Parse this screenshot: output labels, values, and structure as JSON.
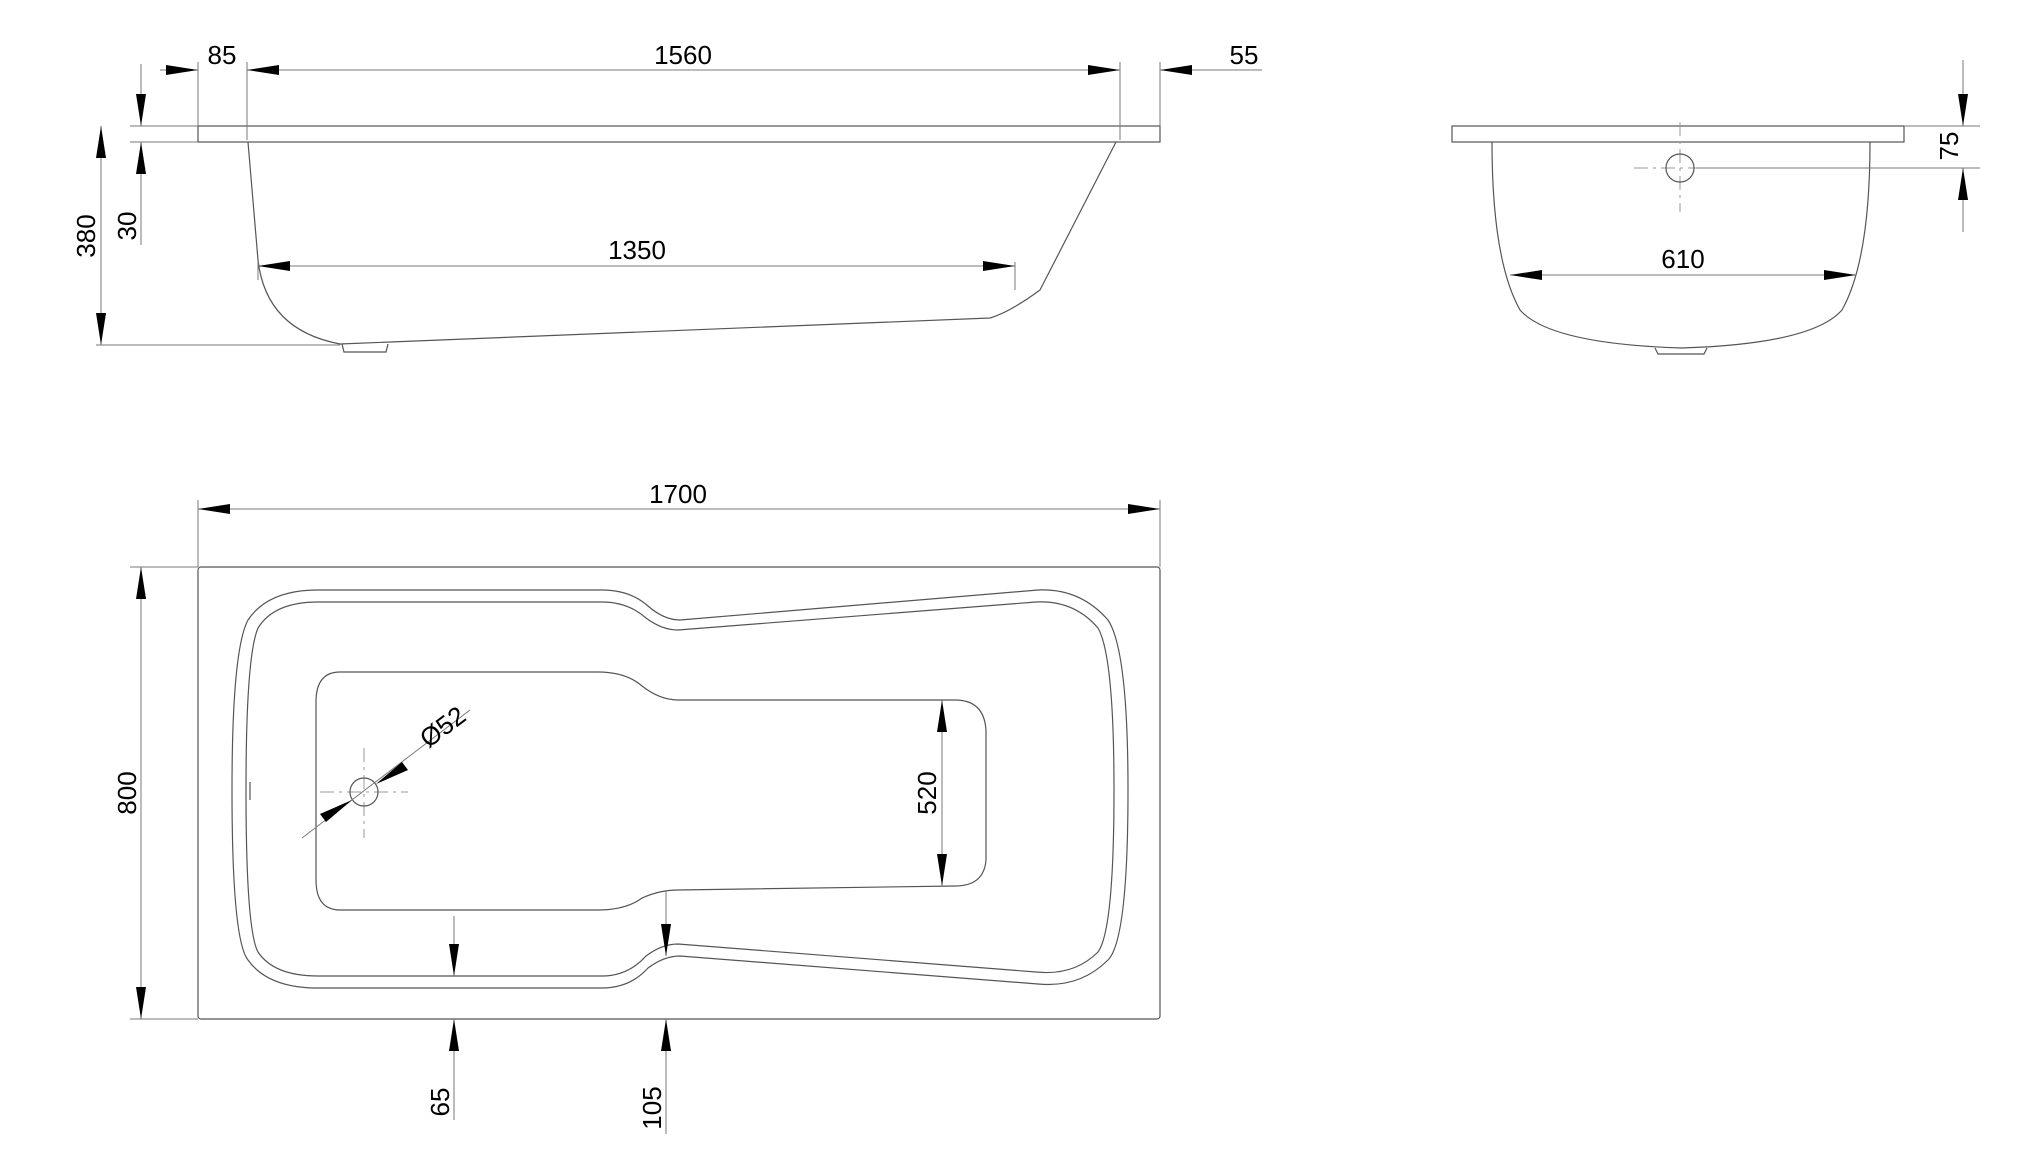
{
  "side_view": {
    "dims": {
      "left_rim": "85",
      "inner_top": "1560",
      "right_rim": "55",
      "total_height": "380",
      "rim_thickness": "30",
      "bottom_length": "1350"
    }
  },
  "end_view": {
    "dims": {
      "drain_height": "75",
      "bottom_width": "610"
    }
  },
  "plan_view": {
    "dims": {
      "total_length": "1700",
      "total_width": "800",
      "drain_diameter": "Ø52",
      "floor_width": "520",
      "lower_offset_1": "65",
      "lower_offset_2": "105"
    }
  },
  "colors": {
    "outline": "#555555",
    "dimension_line": "#7a7a7a",
    "arrow": "#000000",
    "text": "#000000"
  }
}
